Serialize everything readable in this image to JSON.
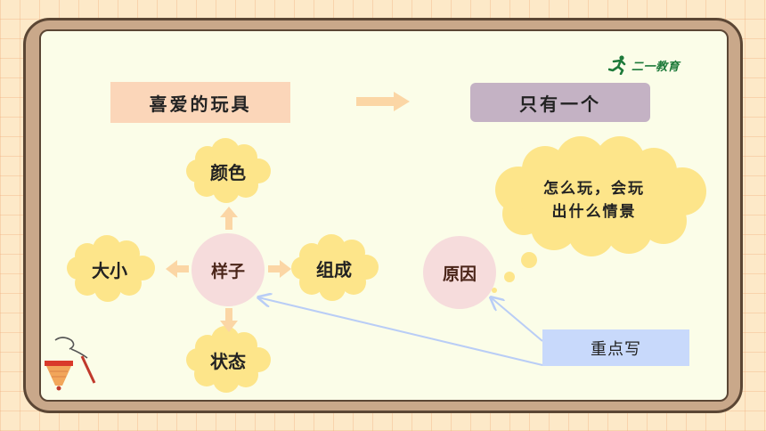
{
  "logo": {
    "text": "二一教育",
    "icon": "runner-icon"
  },
  "top_row": {
    "left_box": "喜爱的玩具",
    "right_box": "只有一个",
    "arrow": "right-arrow-icon"
  },
  "mind_map": {
    "center": "样子",
    "top": "颜色",
    "left": "大小",
    "right": "组成",
    "bottom": "状态"
  },
  "reason": {
    "circle": "原因",
    "thought_line1": "怎么玩，会玩",
    "thought_line2": "出什么情景"
  },
  "focus": {
    "label": "重点写"
  },
  "decoration": {
    "icon": "spinning-top-icon"
  },
  "colors": {
    "cloud": "#fde58a",
    "circle": "#f6dcdc",
    "arrow": "#fbd6a5",
    "pointer": "#b9cdf6"
  }
}
